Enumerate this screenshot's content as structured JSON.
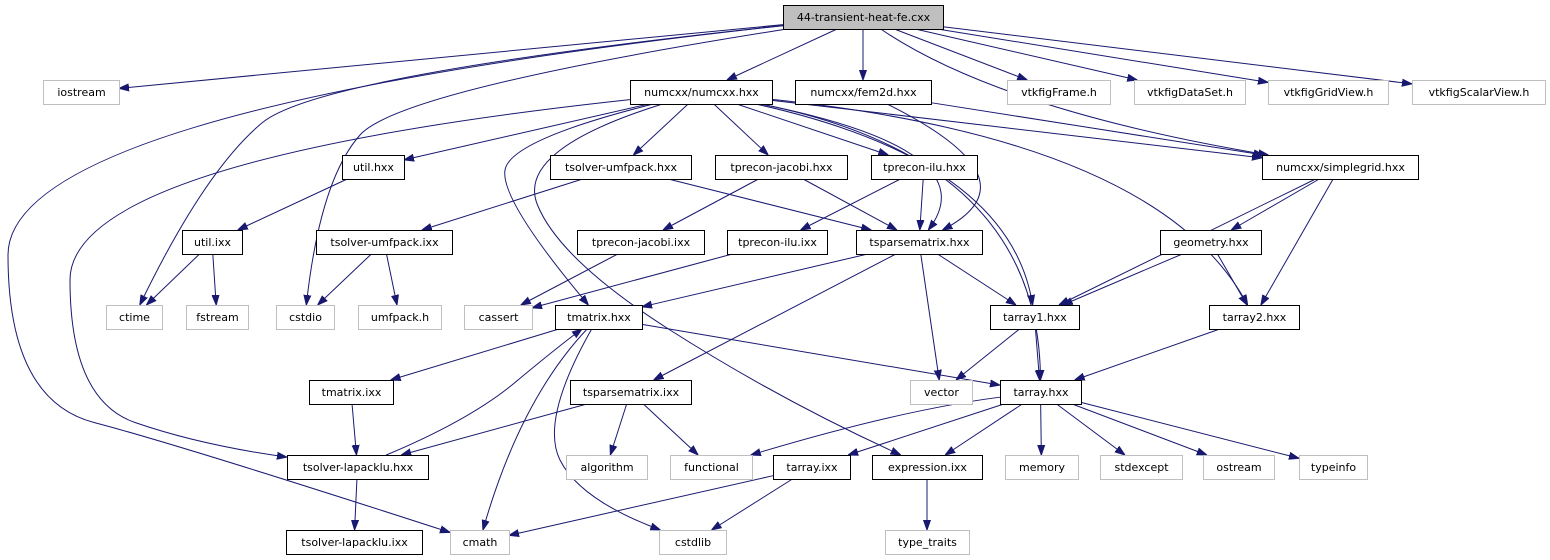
{
  "graph": {
    "nodes": [
      {
        "id": "root",
        "label": "44-transient-heat-fe.cxx",
        "kind": "root"
      },
      {
        "id": "iostream",
        "label": "iostream",
        "kind": "external"
      },
      {
        "id": "numcxx",
        "label": "numcxx/numcxx.hxx",
        "kind": "local"
      },
      {
        "id": "fem2d",
        "label": "numcxx/fem2d.hxx",
        "kind": "local"
      },
      {
        "id": "vtkFrame",
        "label": "vtkfigFrame.h",
        "kind": "external"
      },
      {
        "id": "vtkDataSet",
        "label": "vtkfigDataSet.h",
        "kind": "external"
      },
      {
        "id": "vtkGridView",
        "label": "vtkfigGridView.h",
        "kind": "external"
      },
      {
        "id": "vtkScalarView",
        "label": "vtkfigScalarView.h",
        "kind": "external"
      },
      {
        "id": "utilhxx",
        "label": "util.hxx",
        "kind": "local"
      },
      {
        "id": "tsolverumfhxx",
        "label": "tsolver-umfpack.hxx",
        "kind": "local"
      },
      {
        "id": "tpjacobihxx",
        "label": "tprecon-jacobi.hxx",
        "kind": "local"
      },
      {
        "id": "tpiluhxx",
        "label": "tprecon-ilu.hxx",
        "kind": "local"
      },
      {
        "id": "simplegrid",
        "label": "numcxx/simplegrid.hxx",
        "kind": "local"
      },
      {
        "id": "utilixx",
        "label": "util.ixx",
        "kind": "local"
      },
      {
        "id": "tsolverumfixx",
        "label": "tsolver-umfpack.ixx",
        "kind": "local"
      },
      {
        "id": "tpjacobiixx",
        "label": "tprecon-jacobi.ixx",
        "kind": "local"
      },
      {
        "id": "tpiluixx",
        "label": "tprecon-ilu.ixx",
        "kind": "local"
      },
      {
        "id": "tsparsehxx",
        "label": "tsparsematrix.hxx",
        "kind": "local"
      },
      {
        "id": "geometry",
        "label": "geometry.hxx",
        "kind": "local"
      },
      {
        "id": "ctime",
        "label": "ctime",
        "kind": "external"
      },
      {
        "id": "fstream",
        "label": "fstream",
        "kind": "external"
      },
      {
        "id": "cstdio",
        "label": "cstdio",
        "kind": "external"
      },
      {
        "id": "umfpackh",
        "label": "umfpack.h",
        "kind": "external"
      },
      {
        "id": "cassert",
        "label": "cassert",
        "kind": "external"
      },
      {
        "id": "tmatrixhxx",
        "label": "tmatrix.hxx",
        "kind": "local"
      },
      {
        "id": "tarray1",
        "label": "tarray1.hxx",
        "kind": "local"
      },
      {
        "id": "tarray2",
        "label": "tarray2.hxx",
        "kind": "local"
      },
      {
        "id": "vector",
        "label": "vector",
        "kind": "external"
      },
      {
        "id": "tarrayhxx",
        "label": "tarray.hxx",
        "kind": "local"
      },
      {
        "id": "tmatrixixx",
        "label": "tmatrix.ixx",
        "kind": "local"
      },
      {
        "id": "tsparseixx",
        "label": "tsparsematrix.ixx",
        "kind": "local"
      },
      {
        "id": "tsolverlapackhxx",
        "label": "tsolver-lapacklu.hxx",
        "kind": "local"
      },
      {
        "id": "algorithm",
        "label": "algorithm",
        "kind": "external"
      },
      {
        "id": "functional",
        "label": "functional",
        "kind": "external"
      },
      {
        "id": "tarrayixx",
        "label": "tarray.ixx",
        "kind": "local"
      },
      {
        "id": "expression",
        "label": "expression.ixx",
        "kind": "local"
      },
      {
        "id": "memory",
        "label": "memory",
        "kind": "external"
      },
      {
        "id": "stdexcept",
        "label": "stdexcept",
        "kind": "external"
      },
      {
        "id": "ostream",
        "label": "ostream",
        "kind": "external"
      },
      {
        "id": "typeinfo",
        "label": "typeinfo",
        "kind": "external"
      },
      {
        "id": "tsolverlapackixx",
        "label": "tsolver-lapacklu.ixx",
        "kind": "local"
      },
      {
        "id": "cmath",
        "label": "cmath",
        "kind": "external"
      },
      {
        "id": "cstdlib",
        "label": "cstdlib",
        "kind": "external"
      },
      {
        "id": "typetraits",
        "label": "type_traits",
        "kind": "external"
      }
    ],
    "edges": [
      [
        "root",
        "iostream"
      ],
      [
        "root",
        "numcxx"
      ],
      [
        "root",
        "fem2d"
      ],
      [
        "root",
        "vtkFrame"
      ],
      [
        "root",
        "vtkDataSet"
      ],
      [
        "root",
        "vtkGridView"
      ],
      [
        "root",
        "vtkScalarView"
      ],
      [
        "root",
        "simplegrid"
      ],
      [
        "root",
        "ctime"
      ],
      [
        "root",
        "cstdio"
      ],
      [
        "root",
        "cmath"
      ],
      [
        "numcxx",
        "utilhxx"
      ],
      [
        "numcxx",
        "tsolverumfhxx"
      ],
      [
        "numcxx",
        "tpjacobihxx"
      ],
      [
        "numcxx",
        "tpiluhxx"
      ],
      [
        "numcxx",
        "tsparsehxx"
      ],
      [
        "numcxx",
        "tmatrixhxx"
      ],
      [
        "numcxx",
        "tarray1"
      ],
      [
        "numcxx",
        "tarray2"
      ],
      [
        "numcxx",
        "tarrayhxx"
      ],
      [
        "numcxx",
        "expression"
      ],
      [
        "numcxx",
        "tsolverlapackhxx"
      ],
      [
        "numcxx",
        "simplegrid"
      ],
      [
        "fem2d",
        "tsparsehxx"
      ],
      [
        "fem2d",
        "simplegrid"
      ],
      [
        "utilhxx",
        "utilixx"
      ],
      [
        "utilixx",
        "ctime"
      ],
      [
        "utilixx",
        "fstream"
      ],
      [
        "tsolverumfhxx",
        "tsolverumfixx"
      ],
      [
        "tsolverumfhxx",
        "tsparsehxx"
      ],
      [
        "tsolverumfixx",
        "cstdio"
      ],
      [
        "tsolverumfixx",
        "umfpackh"
      ],
      [
        "tpjacobihxx",
        "tpjacobiixx"
      ],
      [
        "tpjacobihxx",
        "tsparsehxx"
      ],
      [
        "tpjacobiixx",
        "cassert"
      ],
      [
        "tpiluhxx",
        "tpiluixx"
      ],
      [
        "tpiluhxx",
        "tsparsehxx"
      ],
      [
        "tpiluixx",
        "cassert"
      ],
      [
        "tsparsehxx",
        "tmatrixhxx"
      ],
      [
        "tsparsehxx",
        "tarray1"
      ],
      [
        "tsparsehxx",
        "vector"
      ],
      [
        "tsparsehxx",
        "tsparseixx"
      ],
      [
        "simplegrid",
        "geometry"
      ],
      [
        "simplegrid",
        "tarray1"
      ],
      [
        "simplegrid",
        "tarray2"
      ],
      [
        "geometry",
        "tarray1"
      ],
      [
        "geometry",
        "tarray2"
      ],
      [
        "tmatrixhxx",
        "tarrayhxx"
      ],
      [
        "tmatrixhxx",
        "tmatrixixx"
      ],
      [
        "tmatrixhxx",
        "cmath"
      ],
      [
        "tmatrixhxx",
        "cstdlib"
      ],
      [
        "tarray1",
        "tarrayhxx"
      ],
      [
        "tarray1",
        "vector"
      ],
      [
        "tarray2",
        "tarrayhxx"
      ],
      [
        "tmatrixixx",
        "tsolverlapackhxx"
      ],
      [
        "tsolverlapackhxx",
        "tmatrixhxx"
      ],
      [
        "tsolverlapackhxx",
        "tsolverlapackixx"
      ],
      [
        "tsparseixx",
        "tsolverlapackhxx"
      ],
      [
        "tsparseixx",
        "algorithm"
      ],
      [
        "tsparseixx",
        "functional"
      ],
      [
        "tarrayhxx",
        "functional"
      ],
      [
        "tarrayhxx",
        "tarrayixx"
      ],
      [
        "tarrayhxx",
        "expression"
      ],
      [
        "tarrayhxx",
        "memory"
      ],
      [
        "tarrayhxx",
        "stdexcept"
      ],
      [
        "tarrayhxx",
        "ostream"
      ],
      [
        "tarrayhxx",
        "typeinfo"
      ],
      [
        "tarrayixx",
        "cmath"
      ],
      [
        "tarrayixx",
        "cstdlib"
      ],
      [
        "expression",
        "typetraits"
      ]
    ]
  }
}
